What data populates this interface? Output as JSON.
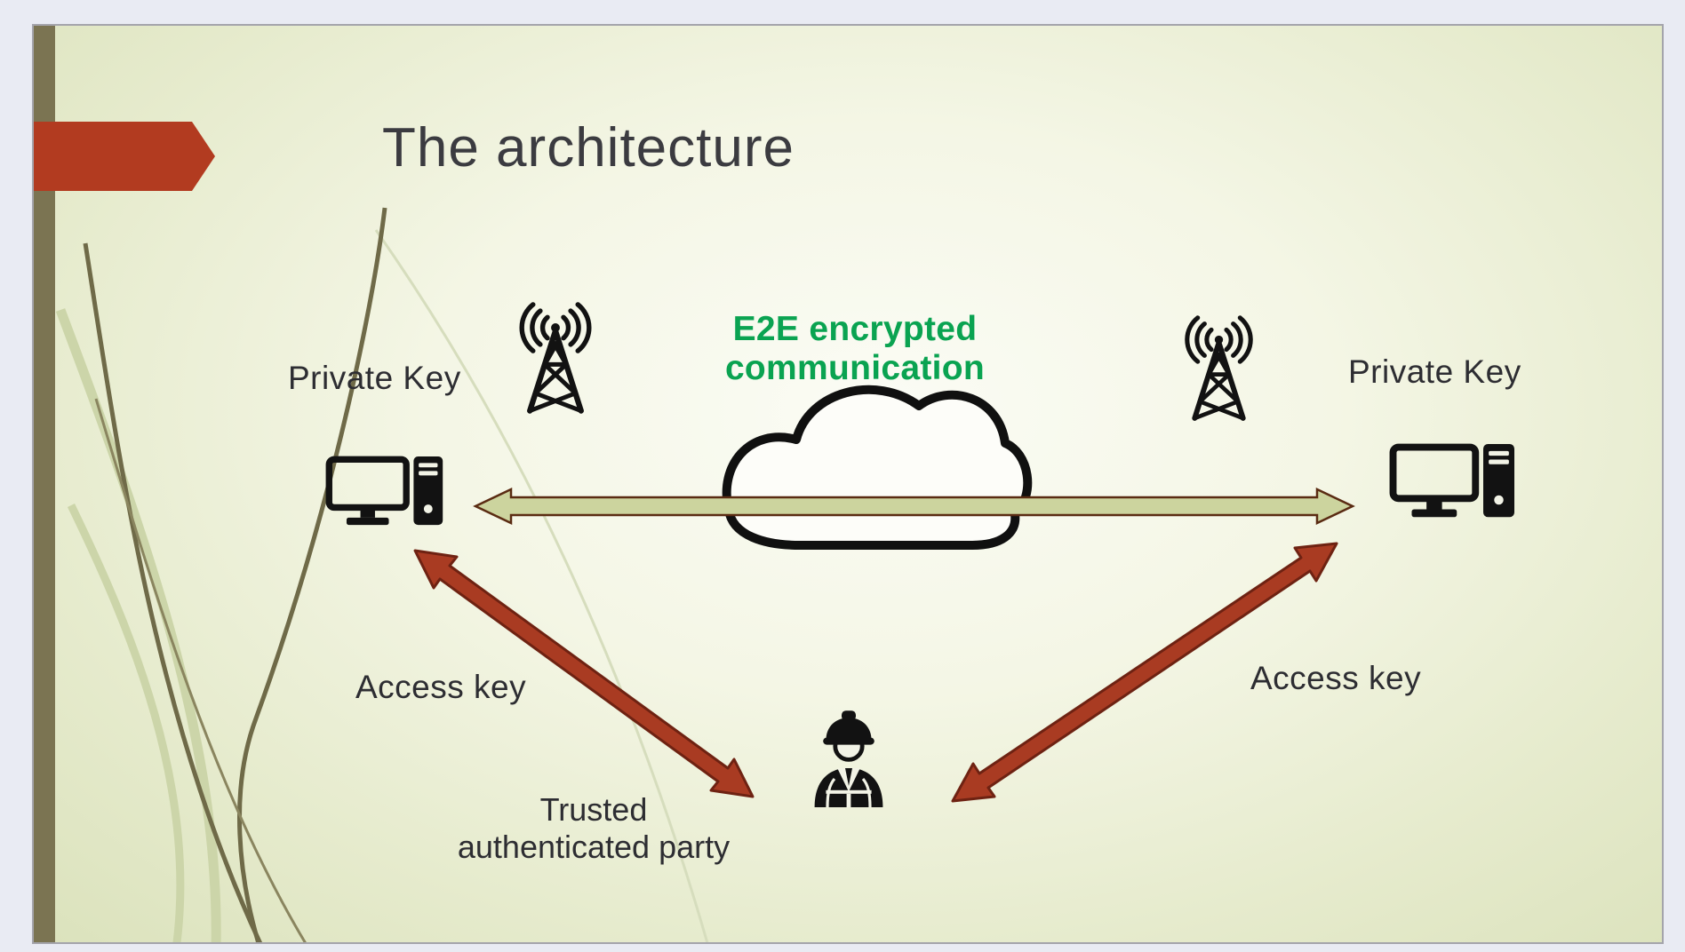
{
  "slide": {
    "title": "The architecture",
    "labels": {
      "e2e_line1": "E2E encrypted",
      "e2e_line2": "communication",
      "private_key_left": "Private Key",
      "private_key_right": "Private Key",
      "access_key_left": "Access key",
      "access_key_right": "Access key",
      "trusted_line1": "Trusted",
      "trusted_line2": "authenticated party"
    },
    "icons": {
      "left_tower": "radio-tower-icon",
      "right_tower": "radio-tower-icon",
      "left_computer": "desktop-computer-icon",
      "right_computer": "desktop-computer-icon",
      "cloud": "cloud-network-icon",
      "worker": "construction-worker-icon"
    },
    "colors": {
      "banner_red": "#b23b20",
      "sidebar_olive": "#7b7452",
      "e2e_green": "#0aa351",
      "red_arrow_fill": "#a93b22",
      "red_arrow_stroke": "#6e2212",
      "olive_arrow_fill": "#ccd49e",
      "olive_arrow_stroke": "#5a2b12",
      "slide_bg_edge": "#dbe2bc",
      "slide_bg_center": "#fbfcf5",
      "icon_black": "#121212"
    }
  }
}
